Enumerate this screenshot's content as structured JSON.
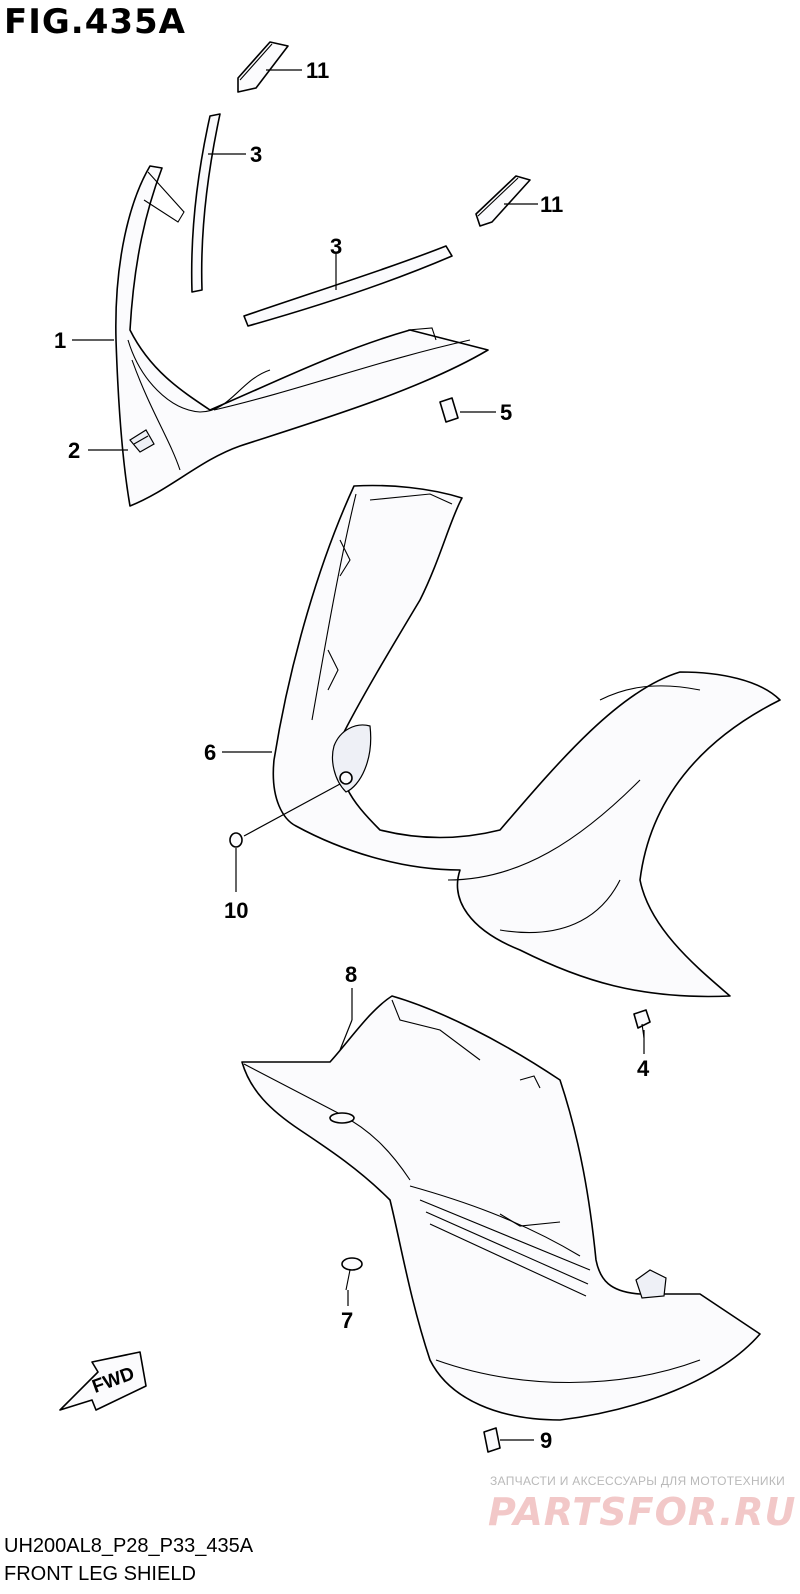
{
  "figure": {
    "title": "FIG.435A",
    "code": "UH200AL8_P28_P33_435A",
    "name": "FRONT LEG SHIELD"
  },
  "callouts": [
    {
      "id": "c1",
      "label": "1"
    },
    {
      "id": "c2",
      "label": "2"
    },
    {
      "id": "c3a",
      "label": "3"
    },
    {
      "id": "c3b",
      "label": "3"
    },
    {
      "id": "c4",
      "label": "4"
    },
    {
      "id": "c5",
      "label": "5"
    },
    {
      "id": "c6",
      "label": "6"
    },
    {
      "id": "c7",
      "label": "7"
    },
    {
      "id": "c8",
      "label": "8"
    },
    {
      "id": "c9",
      "label": "9"
    },
    {
      "id": "c10",
      "label": "10"
    },
    {
      "id": "c11a",
      "label": "11"
    },
    {
      "id": "c11b",
      "label": "11"
    }
  ],
  "direction_marker": {
    "label": "FWD"
  },
  "watermark": {
    "caption": "ЗАПЧАСТИ И АКСЕССУАРЫ ДЛЯ МОТОТЕХНИКИ",
    "logo": "PARTSFOR.RU"
  }
}
